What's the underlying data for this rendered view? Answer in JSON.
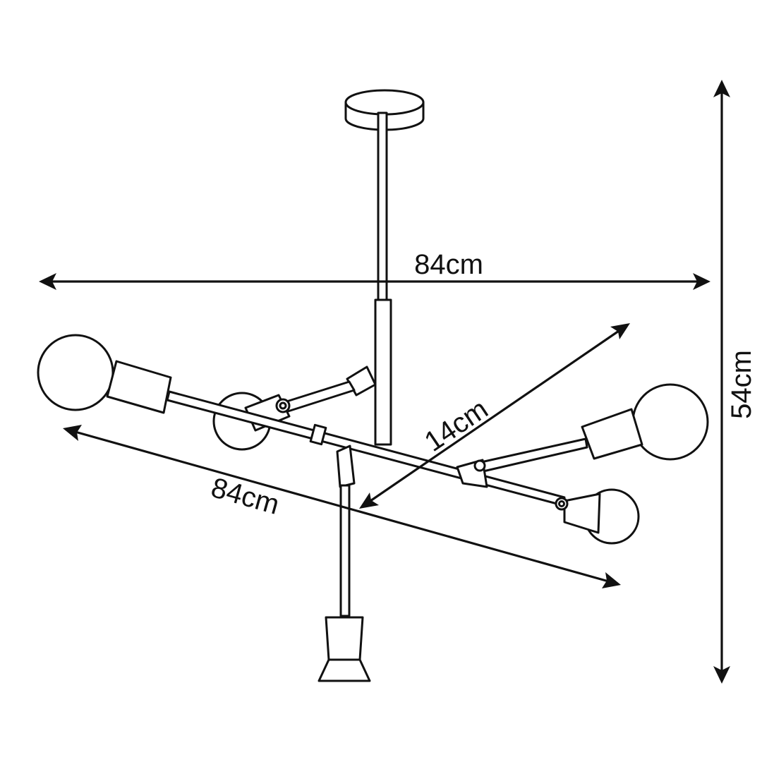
{
  "dimensions": {
    "top_width": "84cm",
    "diagonal_depth": "84cm",
    "arm_offset": "14cm",
    "height": "54cm"
  },
  "colors": {
    "stroke": "#111111",
    "background": "#ffffff"
  }
}
